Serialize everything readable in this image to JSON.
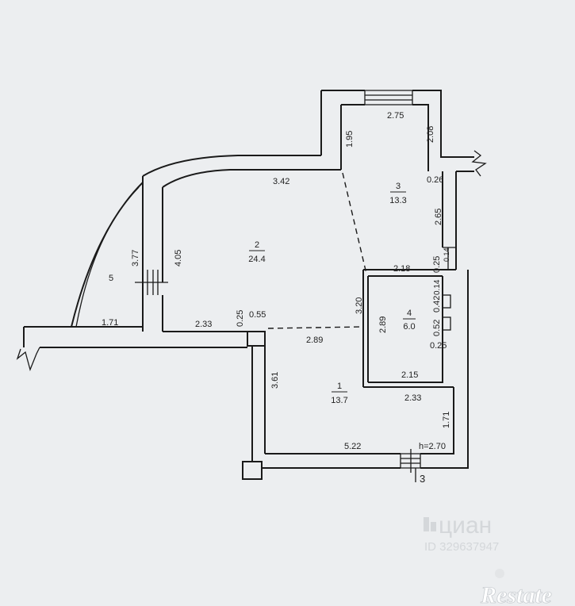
{
  "rooms": [
    {
      "number": "1",
      "area": "13.7"
    },
    {
      "number": "2",
      "area": "24.4"
    },
    {
      "number": "3",
      "area": "13.3"
    },
    {
      "number": "4",
      "area": "6.0"
    },
    {
      "number": "5",
      "area": ""
    }
  ],
  "dimensions": {
    "d275": "2.75",
    "d208": "2.08",
    "d195": "1.95",
    "d342": "3.42",
    "d026": "0.26",
    "d265": "2.65",
    "d218": "2.18",
    "d025a": "0.25",
    "d014a": "0.14",
    "d014b": "0.14",
    "d042": "0.42",
    "d052": "0.52",
    "d025b": "0.25",
    "d320": "3.20",
    "d289a": "2.89",
    "d289b": "2.89",
    "d215": "2.15",
    "d233a": "2.33",
    "d233b": "2.33",
    "d171a": "1.71",
    "d171b": "1.71",
    "d522": "5.22",
    "height": "h=2.70",
    "d361": "3.61",
    "d405": "4.05",
    "d377": "3.77",
    "d055": "0.55",
    "d025c": "0.25"
  },
  "section_mark": "3",
  "watermarks": {
    "cian": "циан",
    "cian_id": "ID 329637947",
    "restate": "Restate"
  }
}
